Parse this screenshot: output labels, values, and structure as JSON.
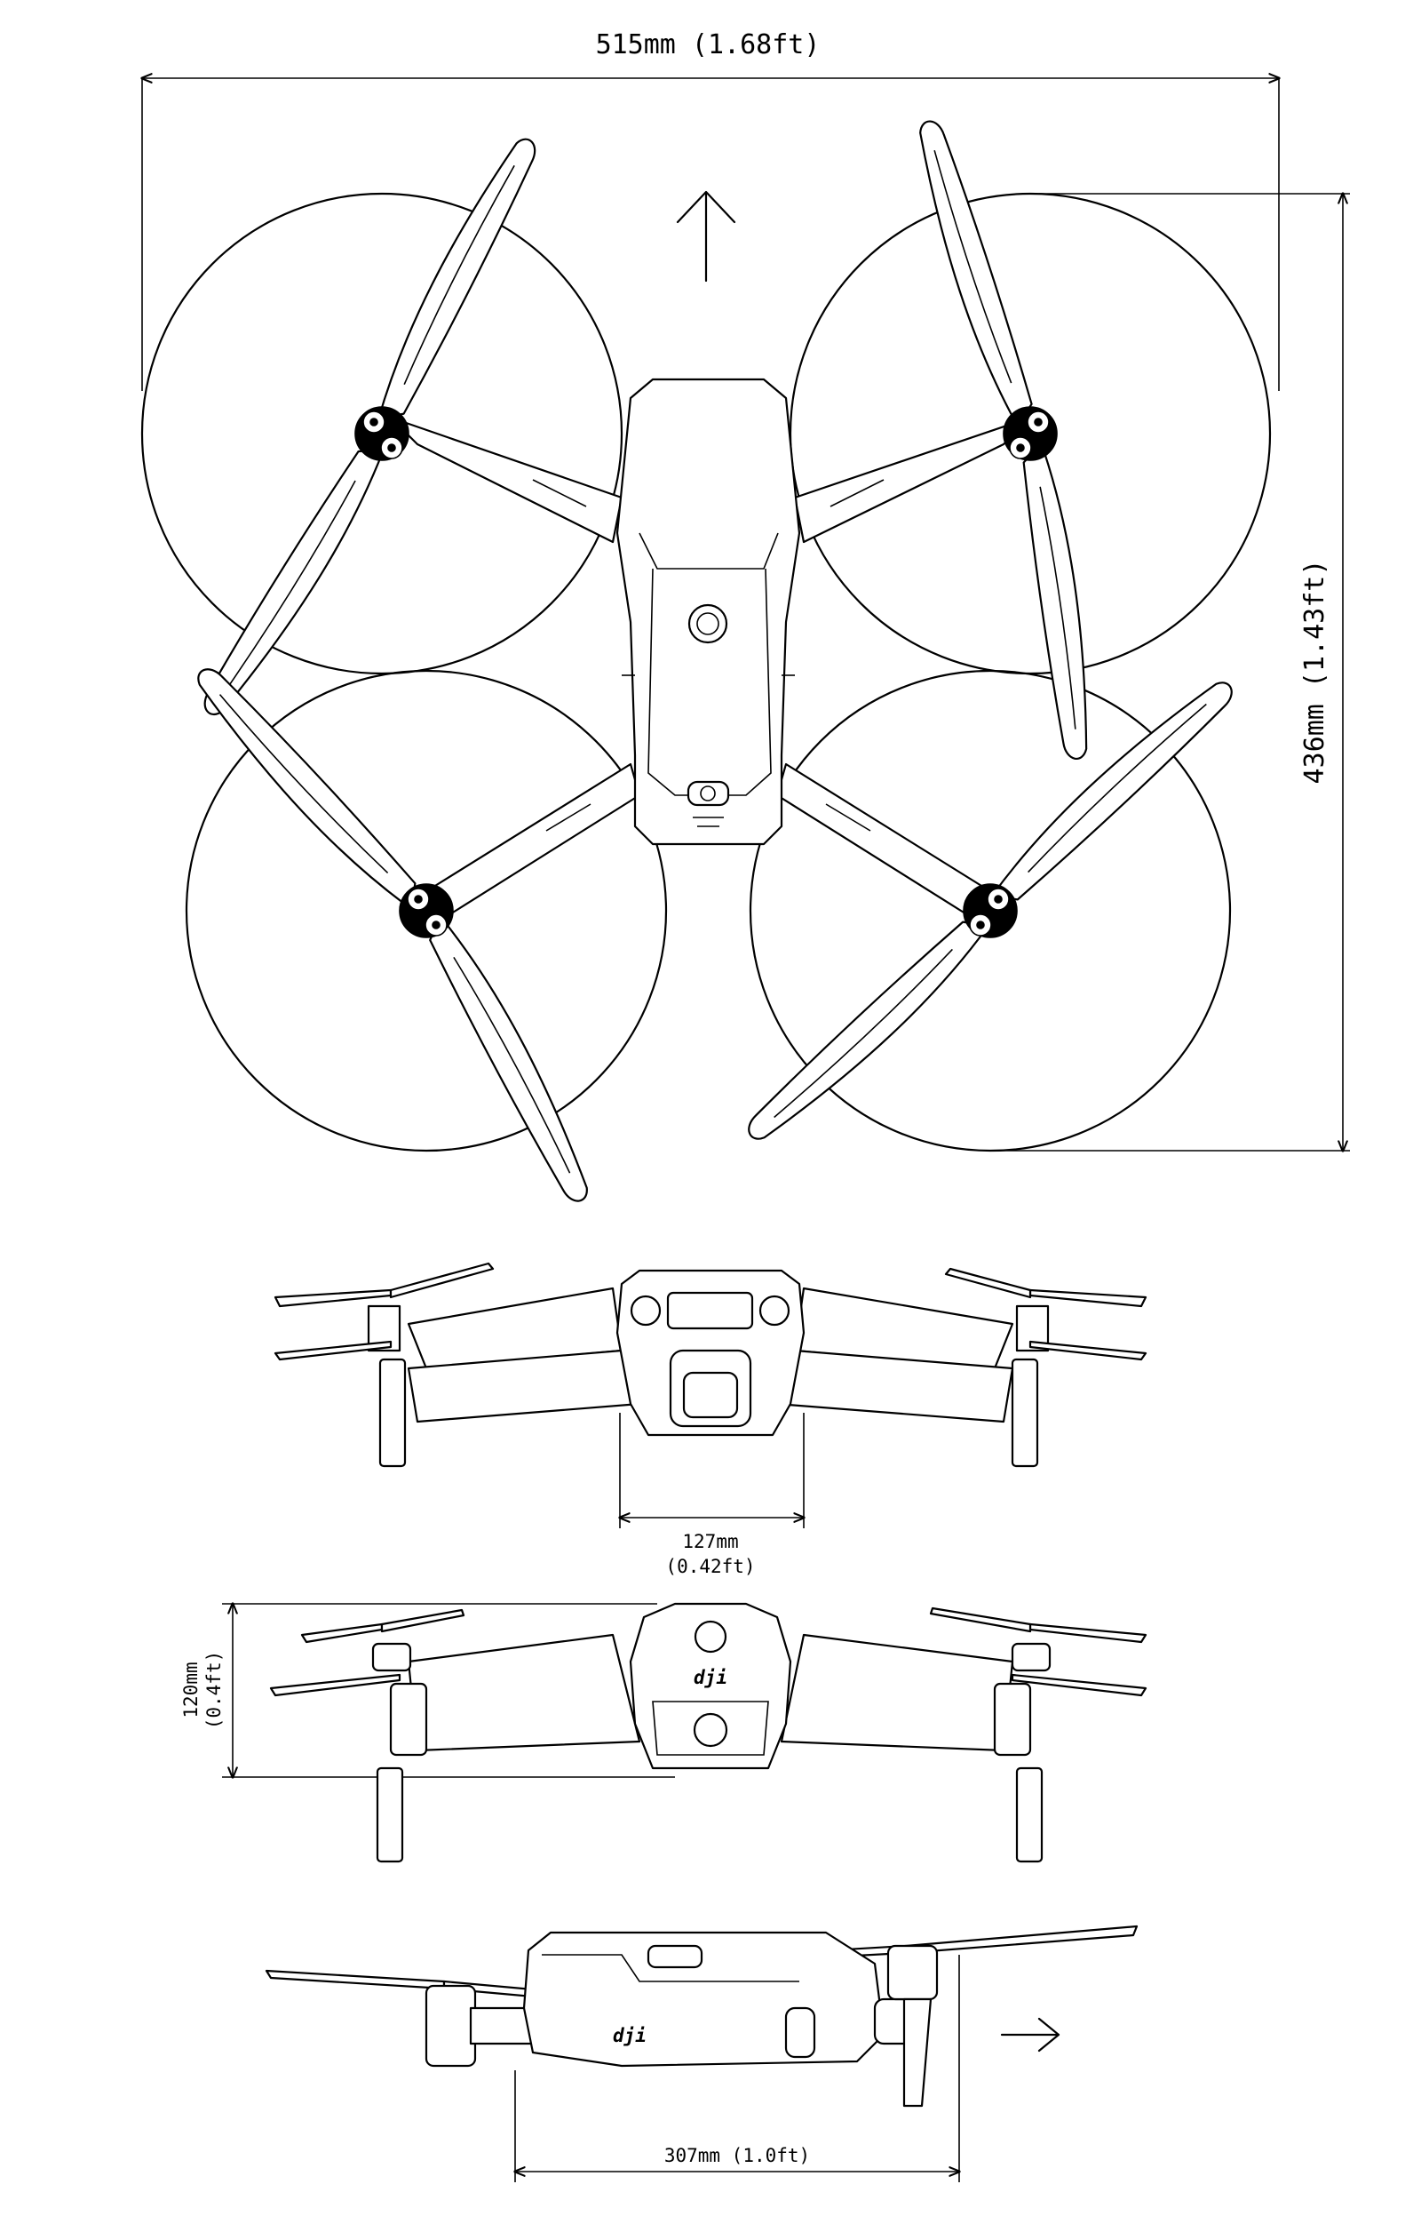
{
  "dimensions": {
    "width_top": "515mm (1.68ft)",
    "depth_top": "436mm (1.43ft)",
    "front_width_value": "127mm",
    "front_width_unit": "(0.42ft)",
    "height_value": "120mm",
    "height_unit": "(0.4ft)",
    "side_length": "307mm (1.0ft)"
  },
  "logo_text": "dji",
  "colors": {
    "line": "#000000",
    "background": "#ffffff"
  }
}
